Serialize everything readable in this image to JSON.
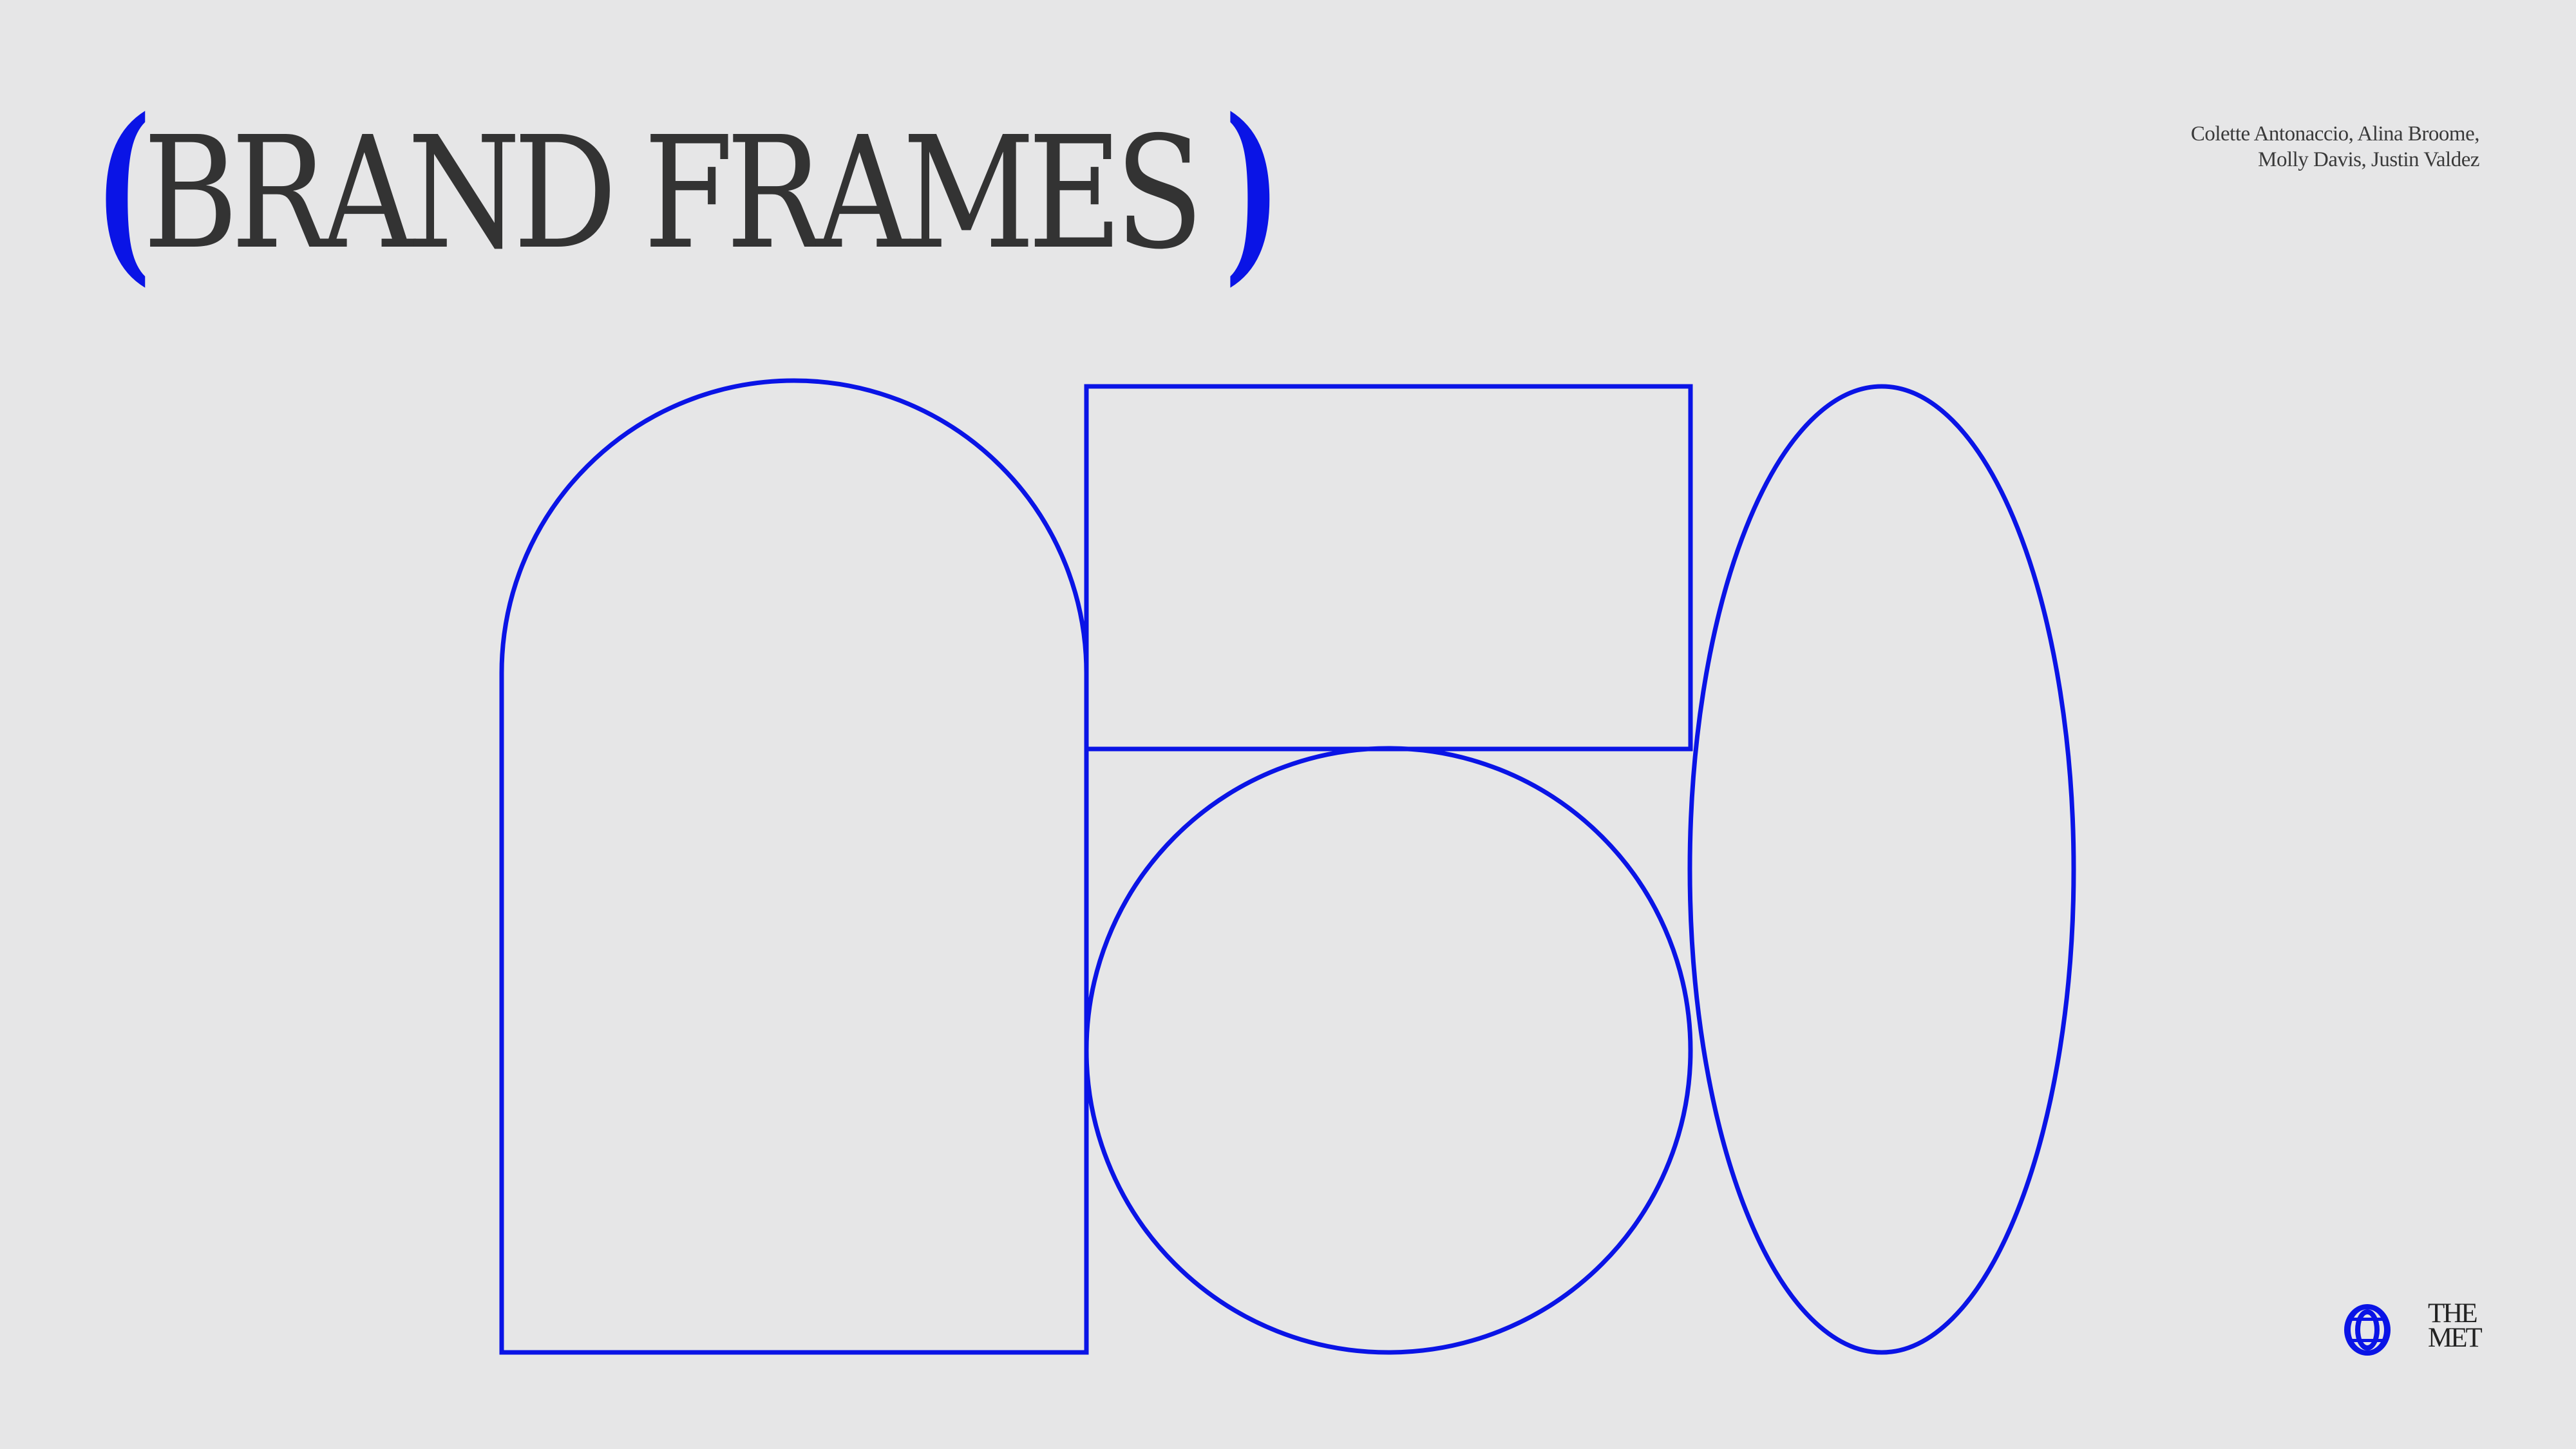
{
  "slide": {
    "title": {
      "open_paren": "(",
      "text": "BRAND FRAMES",
      "close_paren": ")"
    },
    "credits": {
      "line1": "Colette Antonaccio, Alina Broome,",
      "line2": "Molly Davis, Justin Valdez"
    },
    "logo": {
      "line1": "THE",
      "line2": "MET"
    },
    "frames": [
      "arch",
      "rectangle",
      "circle",
      "ellipse"
    ]
  },
  "colors": {
    "background": "#e6e6e7",
    "accent": "#0a14e6",
    "text": "#333333"
  }
}
